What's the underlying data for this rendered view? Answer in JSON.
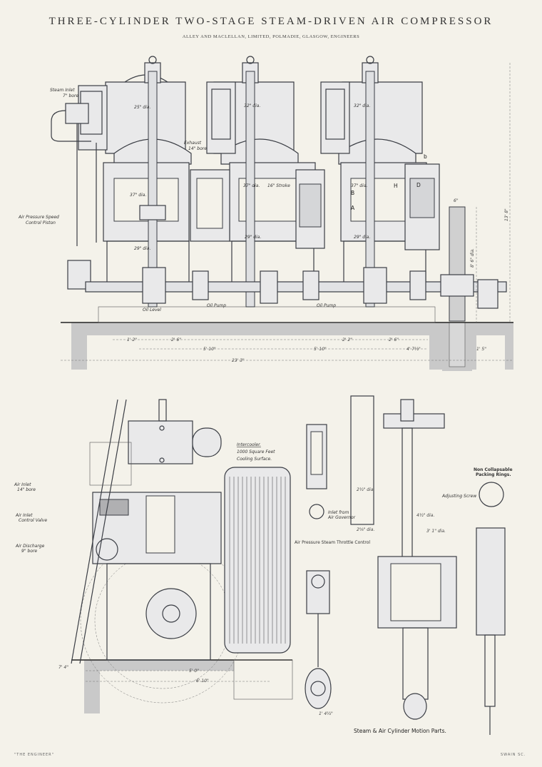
{
  "header": {
    "title": "THREE-CYLINDER TWO-STAGE STEAM-DRIVEN AIR COMPRESSOR",
    "subtitle": "ALLEY AND MACLELLAN, LIMITED, POLMADIE, GLASGOW, ENGINEERS"
  },
  "elevation": {
    "labels": {
      "steam_inlet": "Steam Inlet",
      "steam_inlet_bore": "7\" bore",
      "exhaust": "Exhaust",
      "exhaust_bore": "14\" bore",
      "speed_piston_1": "Air Pressure Speed",
      "speed_piston_2": "Control Piston",
      "oil_level": "Oil Level",
      "oil_pump_1": "Oil Pump",
      "oil_pump_2": "Oil Pump",
      "cyl1": "25\" dia.",
      "cyl2": "32\" dia.",
      "cyl3": "32\" dia.",
      "air1": "37\" dia.",
      "air2": "37\" dia.",
      "air3": "37\" dia.",
      "stroke": "16\" Stroke",
      "lower1": "29\" dia.",
      "lower2": "29\" dia.",
      "lower3": "29\" dia.",
      "mark_a": "A",
      "mark_b": "B",
      "mark_b2": "b",
      "mark_d": "D",
      "mark_h": "H",
      "flywheel_width": "6\"",
      "flywheel_dia": "8' 6\" dia.",
      "height": "13' 8\""
    },
    "dimensions": [
      "1' 2\"",
      "2' 6\"",
      "5' 10\"",
      "5' 10\"",
      "2' 2\"",
      "2' 6\"",
      "4' 7½\"",
      "1' 5\"",
      "23' 3\""
    ]
  },
  "end_view": {
    "labels": {
      "intercooler": "Intercooler.",
      "intercooler_2": "1000 Square Feet",
      "intercooler_3": "Cooling Surface.",
      "air_inlet": "Air Inlet",
      "air_inlet_bore": "14\" bore",
      "control_valve_1": "Air Inlet",
      "control_valve_2": "Control Valve",
      "discharge": "Air Discharge",
      "discharge_bore": "9\" bore"
    },
    "dimensions": [
      "7' 4\"",
      "5' 0\"",
      "6' 10\""
    ]
  },
  "details": {
    "throttle_title": "Air Pressure Steam Throttle Control",
    "inlet_note_1": "Inlet from",
    "inlet_note_2": "Air Governor",
    "packing_1": "Non Collapsable",
    "packing_2": "Packing Rings.",
    "adjusting_screw": "Adjusting Screw",
    "dia_1": "2½\" dia.",
    "dia_2": "2⅝\" dia.",
    "dia_3": "3' 1\" dia.",
    "dia_4": "4½\" dia.",
    "dim_bottom": "1' 4½\"",
    "motion_title": "Steam & Air Cylinder Motion Parts."
  },
  "footer": {
    "left": "\"THE ENGINEER\"",
    "right": "SWAIN SC."
  }
}
